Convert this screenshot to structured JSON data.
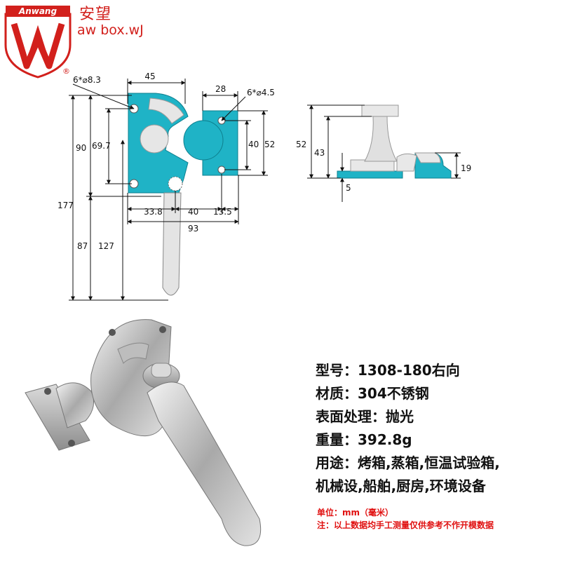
{
  "brand": {
    "logo_text": "Anwang",
    "name_cn": "安望",
    "site": "aw box.wJ",
    "registered": "®",
    "colors": {
      "brand_red": "#d2201c",
      "part_cyan": "#1fb3c6",
      "note_red": "#e01010"
    }
  },
  "drawing": {
    "front_labels": {
      "hole_big": "6*⌀8.3",
      "width_top": "45",
      "h_177": "177",
      "h_90": "90",
      "h_69_7": "69.7",
      "h_87": "87",
      "h_127": "127",
      "w_33_8": "33.8",
      "w_40": "40",
      "w_13_5": "13.5",
      "w_93": "93",
      "keeper_w": "28",
      "hole_small": "6*⌀4.5",
      "keeper_h40": "40",
      "keeper_h52": "52"
    },
    "side_labels": {
      "h_52": "52",
      "h_43": "43",
      "h_5": "5",
      "h_19": "19"
    }
  },
  "specs": [
    {
      "key": "型号：",
      "value": "1308-180右向"
    },
    {
      "key": "材质：",
      "value": "304不锈钢"
    },
    {
      "key": "表面处理：",
      "value": "抛光"
    },
    {
      "key": "重量：",
      "value": "392.8g"
    },
    {
      "key": "用途：",
      "value": "烤箱,蒸箱,恒温试验箱,"
    },
    {
      "key": "",
      "value": "机械设,船舶,厨房,环境设备"
    }
  ],
  "notes": {
    "unit": "单位：mm（毫米）",
    "disclaimer": "注：以上数据均手工测量仅供参考不作开模数据"
  }
}
